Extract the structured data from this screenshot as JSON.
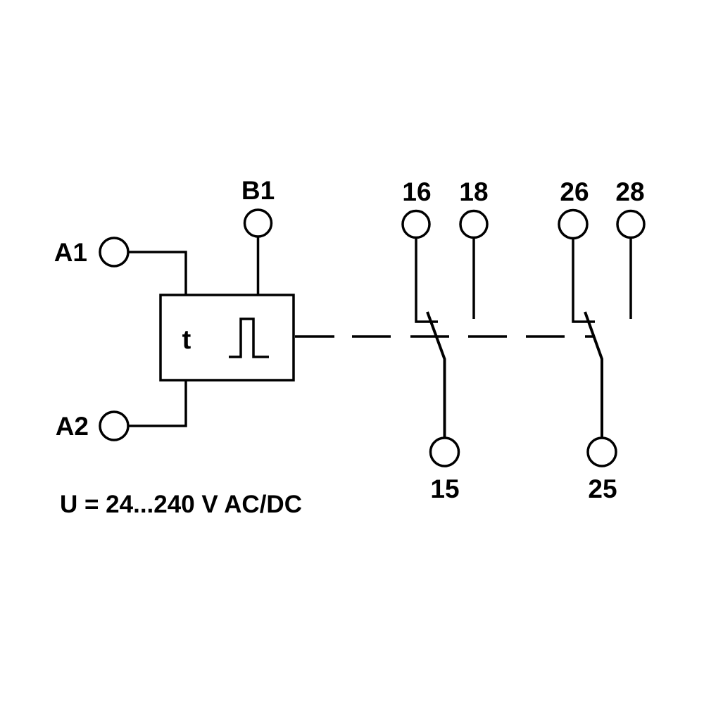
{
  "colors": {
    "line": "#000000",
    "background": "#ffffff"
  },
  "terminals": {
    "a1": "A1",
    "a2": "A2",
    "b1": "B1",
    "t16": "16",
    "t18": "18",
    "t26": "26",
    "t28": "28",
    "t15": "15",
    "t25": "25"
  },
  "function_box": {
    "label": "t",
    "symbol": "pulse-icon"
  },
  "footer": {
    "supply_voltage": "U = 24...240 V AC/DC"
  }
}
